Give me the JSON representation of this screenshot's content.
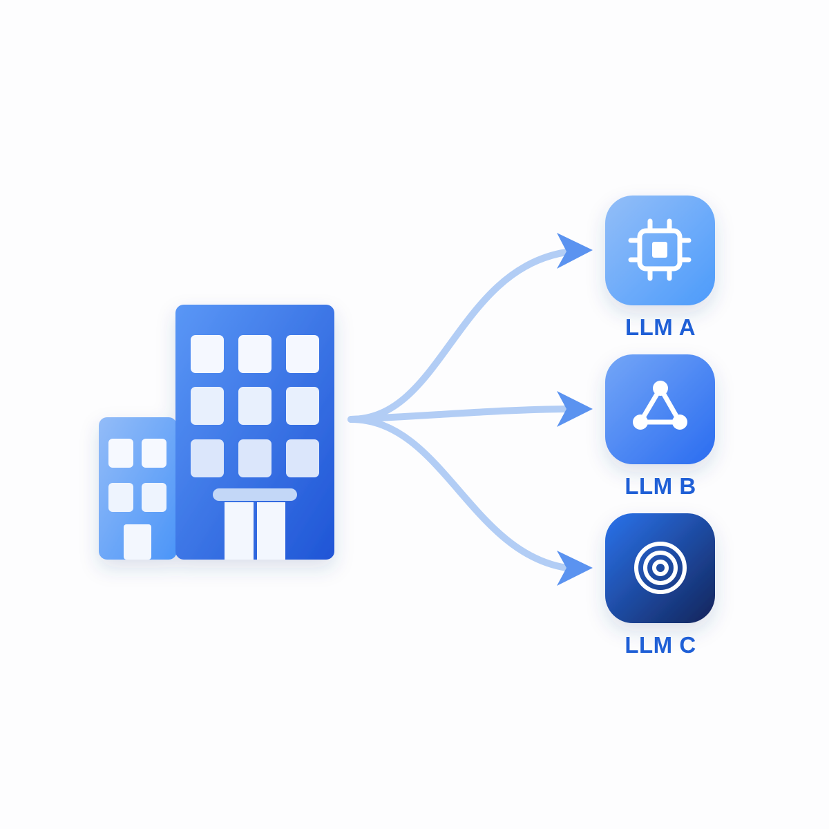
{
  "colors": {
    "background": "#fdfdfe",
    "connector": "#b2cdf5",
    "arrowhead": "#5b93f0",
    "label": "#1f5fd6",
    "building_main_top": "#5693f5",
    "building_main_bottom": "#2158d8",
    "building_small_top": "#8ab6f8",
    "building_small_bottom": "#4e97f8",
    "window": "#f3f7fe"
  },
  "source": {
    "icon": "office-building-icon"
  },
  "targets": [
    {
      "label": "LLM A",
      "icon": "cpu-chip-icon",
      "gradient": [
        "#8fbbf8",
        "#4f9cfb"
      ]
    },
    {
      "label": "LLM B",
      "icon": "triangle-network-icon",
      "gradient": [
        "#6ea2f7",
        "#2d6ff0"
      ]
    },
    {
      "label": "LLM C",
      "icon": "concentric-rings-icon",
      "gradient": [
        "#2a6fe8",
        "#14285e"
      ]
    }
  ]
}
